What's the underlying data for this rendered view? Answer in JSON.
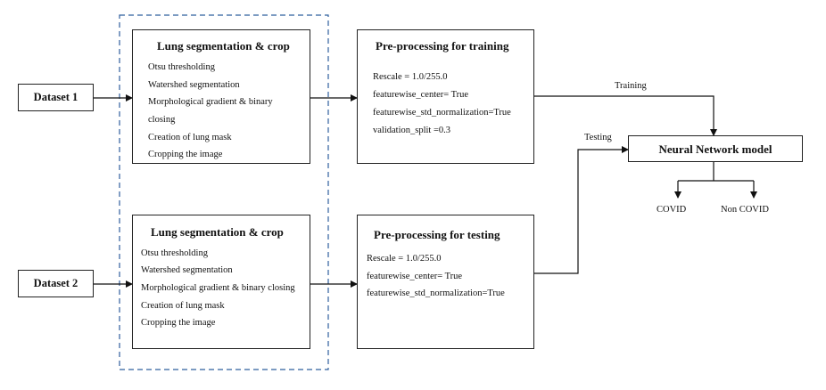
{
  "datasets": {
    "d1": "Dataset 1",
    "d2": "Dataset 2"
  },
  "seg_top": {
    "title": "Lung segmentation & crop",
    "items": [
      "Otsu thresholding",
      "Watershed segmentation",
      "Morphological gradient & binary",
      "closing",
      "Creation of lung mask",
      "Cropping the image"
    ]
  },
  "seg_bottom": {
    "title": "Lung segmentation & crop",
    "items": [
      "Otsu thresholding",
      "Watershed segmentation",
      "Morphological gradient & binary closing",
      "Creation of lung mask",
      "Cropping the image"
    ]
  },
  "pre_train": {
    "title": "Pre-processing  for training",
    "items": [
      "Rescale = 1.0/255.0",
      "featurewise_center= True",
      "featurewise_std_normalization=True",
      "validation_split =0.3"
    ]
  },
  "pre_test": {
    "title": "Pre-processing  for testing",
    "items": [
      "Rescale = 1.0/255.0",
      "featurewise_center= True",
      "featurewise_std_normalization=True"
    ]
  },
  "model": {
    "title": "Neural Network model",
    "training_label": "Training",
    "testing_label": "Testing",
    "out_covid": "COVID",
    "out_noncovid": "Non COVID"
  }
}
